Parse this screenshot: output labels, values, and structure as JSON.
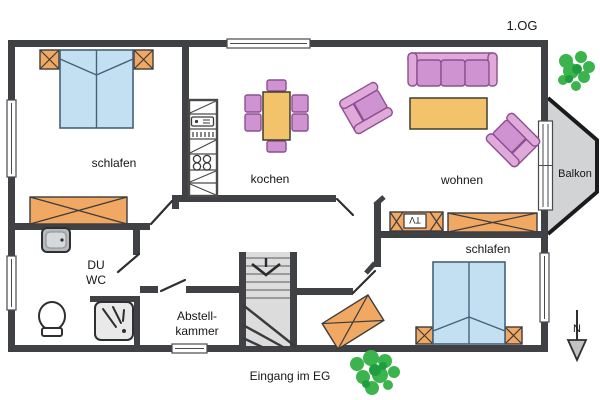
{
  "floor_label": "1.OG",
  "rooms": {
    "schlafen1": "schlafen",
    "kochen": "kochen",
    "wohnen": "wohnen",
    "schlafen2": "schlafen",
    "du": "DU",
    "wc": "WC",
    "abstell_line1": "Abstell-",
    "abstell_line2": "kammer",
    "balkon": "Balkon"
  },
  "annotations": {
    "entrance": "Eingang im EG",
    "tv_label": "TV",
    "north_label": "N"
  },
  "colors": {
    "wall": "#3f4144",
    "bed_fill": "#c3e0f2",
    "wood_fill": "#f0a862",
    "table_fill": "#f2c36b",
    "upholstery_fill": "#cf93d2",
    "upholstery_light": "#dfaad9",
    "balcony_fill": "#d2d3d5",
    "stairs_fill": "#dcdcdd",
    "plant_green": "#3cb44e",
    "plant_green_dark": "#1f9e3f",
    "background": "#ffffff"
  }
}
